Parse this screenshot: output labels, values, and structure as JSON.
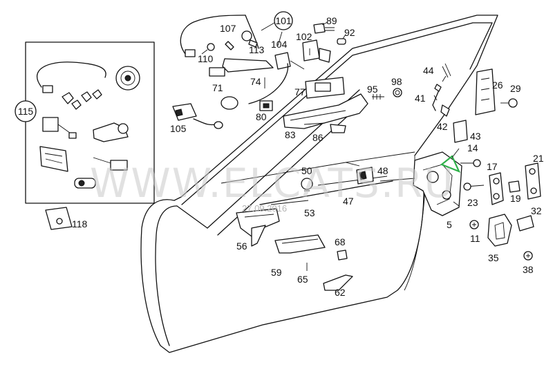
{
  "watermark": {
    "text": "WWW.ELCATS.RU",
    "date": "27.09.2016"
  },
  "highlight_color": "#2fb14a",
  "callouts": [
    {
      "id": "101",
      "circled": true
    },
    {
      "id": "115",
      "circled": true
    },
    {
      "id": "107"
    },
    {
      "id": "110"
    },
    {
      "id": "113"
    },
    {
      "id": "104"
    },
    {
      "id": "89"
    },
    {
      "id": "92"
    },
    {
      "id": "102"
    },
    {
      "id": "71"
    },
    {
      "id": "74"
    },
    {
      "id": "77"
    },
    {
      "id": "95"
    },
    {
      "id": "98"
    },
    {
      "id": "44"
    },
    {
      "id": "41"
    },
    {
      "id": "26"
    },
    {
      "id": "29"
    },
    {
      "id": "42"
    },
    {
      "id": "43"
    },
    {
      "id": "105"
    },
    {
      "id": "80"
    },
    {
      "id": "83"
    },
    {
      "id": "86"
    },
    {
      "id": "14"
    },
    {
      "id": "17"
    },
    {
      "id": "21"
    },
    {
      "id": "50"
    },
    {
      "id": "48"
    },
    {
      "id": "47"
    },
    {
      "id": "53"
    },
    {
      "id": "23"
    },
    {
      "id": "19"
    },
    {
      "id": "32"
    },
    {
      "id": "5"
    },
    {
      "id": "11"
    },
    {
      "id": "118"
    },
    {
      "id": "56"
    },
    {
      "id": "68"
    },
    {
      "id": "59"
    },
    {
      "id": "65"
    },
    {
      "id": "35"
    },
    {
      "id": "38"
    },
    {
      "id": "62"
    }
  ]
}
